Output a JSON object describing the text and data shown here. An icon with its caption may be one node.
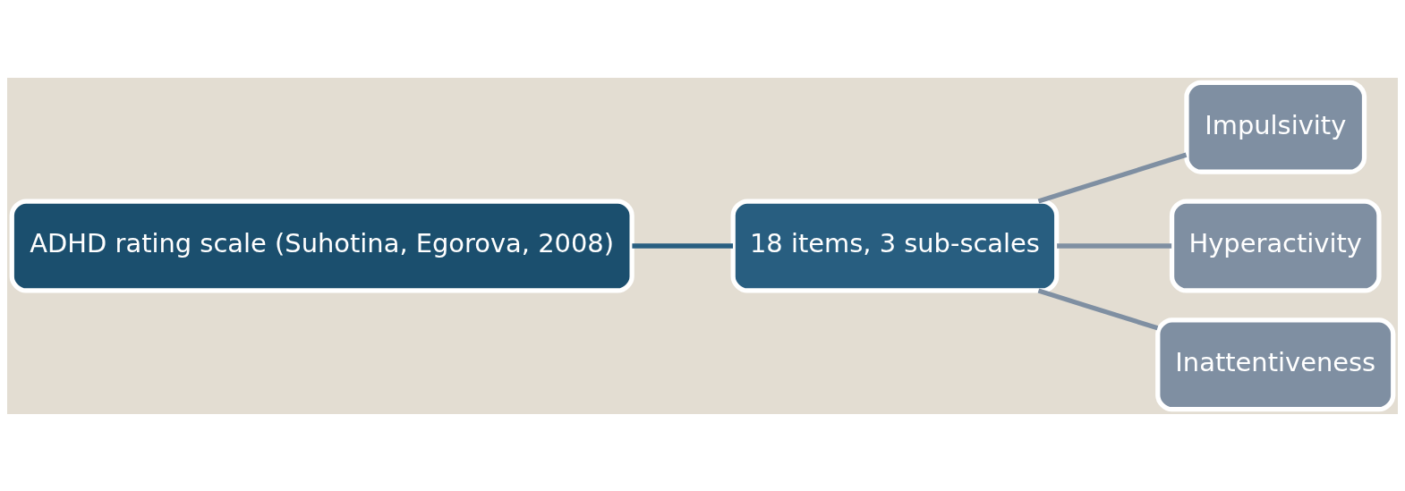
{
  "diagram": {
    "nodes": [
      {
        "text": [
          "ADHD rating scale (Suhotina, Egorova, 2008)"
        ]
      },
      {
        "text": [
          "18 items, 3 sub-scales"
        ]
      },
      {
        "text": [
          "Impulsivity"
        ]
      },
      {
        "text": [
          "Hyperactivity"
        ]
      },
      {
        "text": [
          "Inattentiveness"
        ]
      }
    ],
    "edges": [
      {
        "from": 0,
        "to": 1,
        "arrow": "none",
        "color": "#285e80"
      },
      {
        "from": 1,
        "to": 2,
        "arrow": "none"
      },
      {
        "from": 1,
        "to": 3,
        "arrow": "none"
      },
      {
        "from": 1,
        "to": 4,
        "arrow": "none"
      }
    ]
  }
}
